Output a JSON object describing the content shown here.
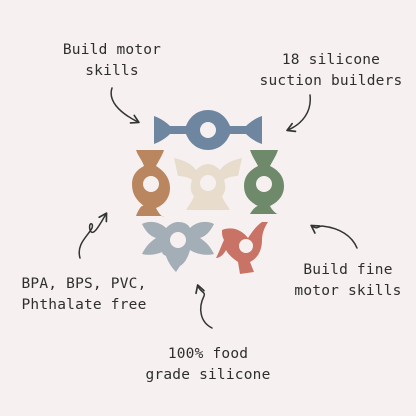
{
  "background_color": "#f6f1f0",
  "callouts": {
    "top_left": {
      "line1": "Build motor",
      "line2": "skills"
    },
    "top_right": {
      "line1": "18 silicone",
      "line2": "suction builders"
    },
    "bottom_left": {
      "line1": "BPA, BPS, PVC,",
      "line2": "Phthalate free"
    },
    "bottom_right": {
      "line1": "Build fine",
      "line2": "motor skills"
    },
    "bottom_center": {
      "line1": "100% food",
      "line2": "grade silicone"
    }
  },
  "pieces": [
    {
      "name": "top-dumbbell-piece",
      "color": "#6f86a0"
    },
    {
      "name": "terracotta-piece",
      "color": "#b98660"
    },
    {
      "name": "cream-piece",
      "color": "#e8dccd"
    },
    {
      "name": "sage-piece",
      "color": "#6f8a6b"
    },
    {
      "name": "grey-piece",
      "color": "#a3aeb6"
    },
    {
      "name": "rose-piece",
      "color": "#c97367"
    }
  ],
  "icons": {
    "arrow": "curved-arrow-icon"
  }
}
